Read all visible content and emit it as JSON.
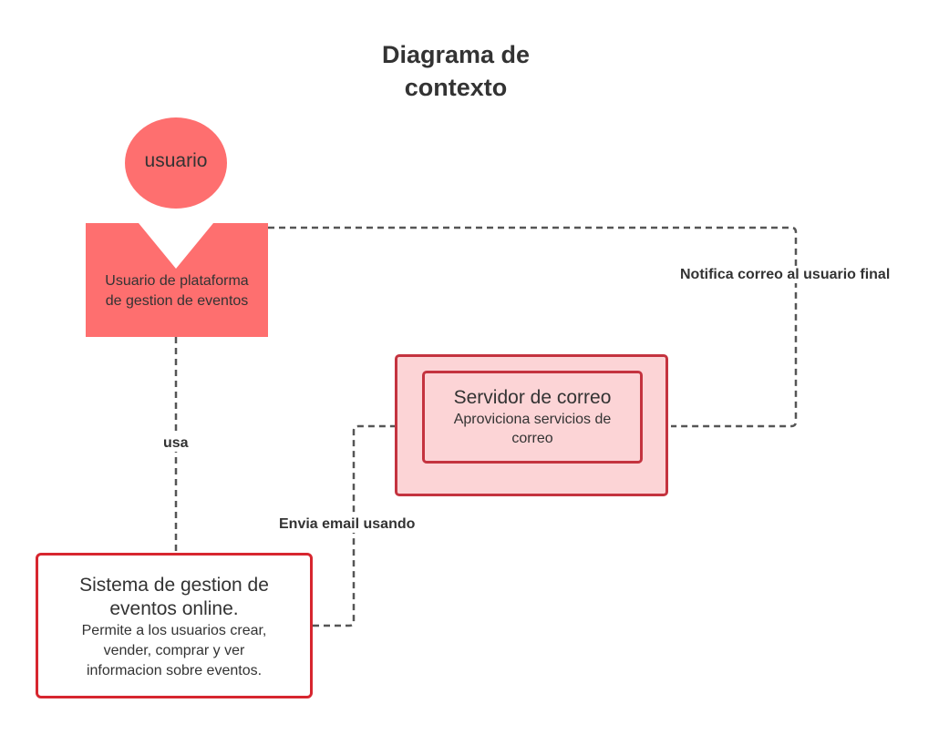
{
  "title": {
    "line1": "Diagrama de",
    "line2": "contexto"
  },
  "actor": {
    "head_label": "usuario",
    "body_line1": "Usuario de plataforma",
    "body_line2": "de gestion de eventos"
  },
  "server": {
    "title": "Servidor de correo",
    "desc_line1": "Aproviciona servicios de",
    "desc_line2": "correo"
  },
  "system": {
    "title_line1": "Sistema de gestion de",
    "title_line2": "eventos online.",
    "desc_line1": "Permite a los usuarios crear,",
    "desc_line2": "vender, comprar y ver",
    "desc_line3": "informacion sobre eventos."
  },
  "edges": {
    "uses": "usa",
    "notify": "Notifica correo al usuario final",
    "send": "Envia email usando"
  },
  "colors": {
    "actor_fill": "#f87171",
    "server_fill": "#fcd4d6",
    "server_border": "#c4333f",
    "system_border": "#d7262f",
    "connector": "#555555"
  }
}
